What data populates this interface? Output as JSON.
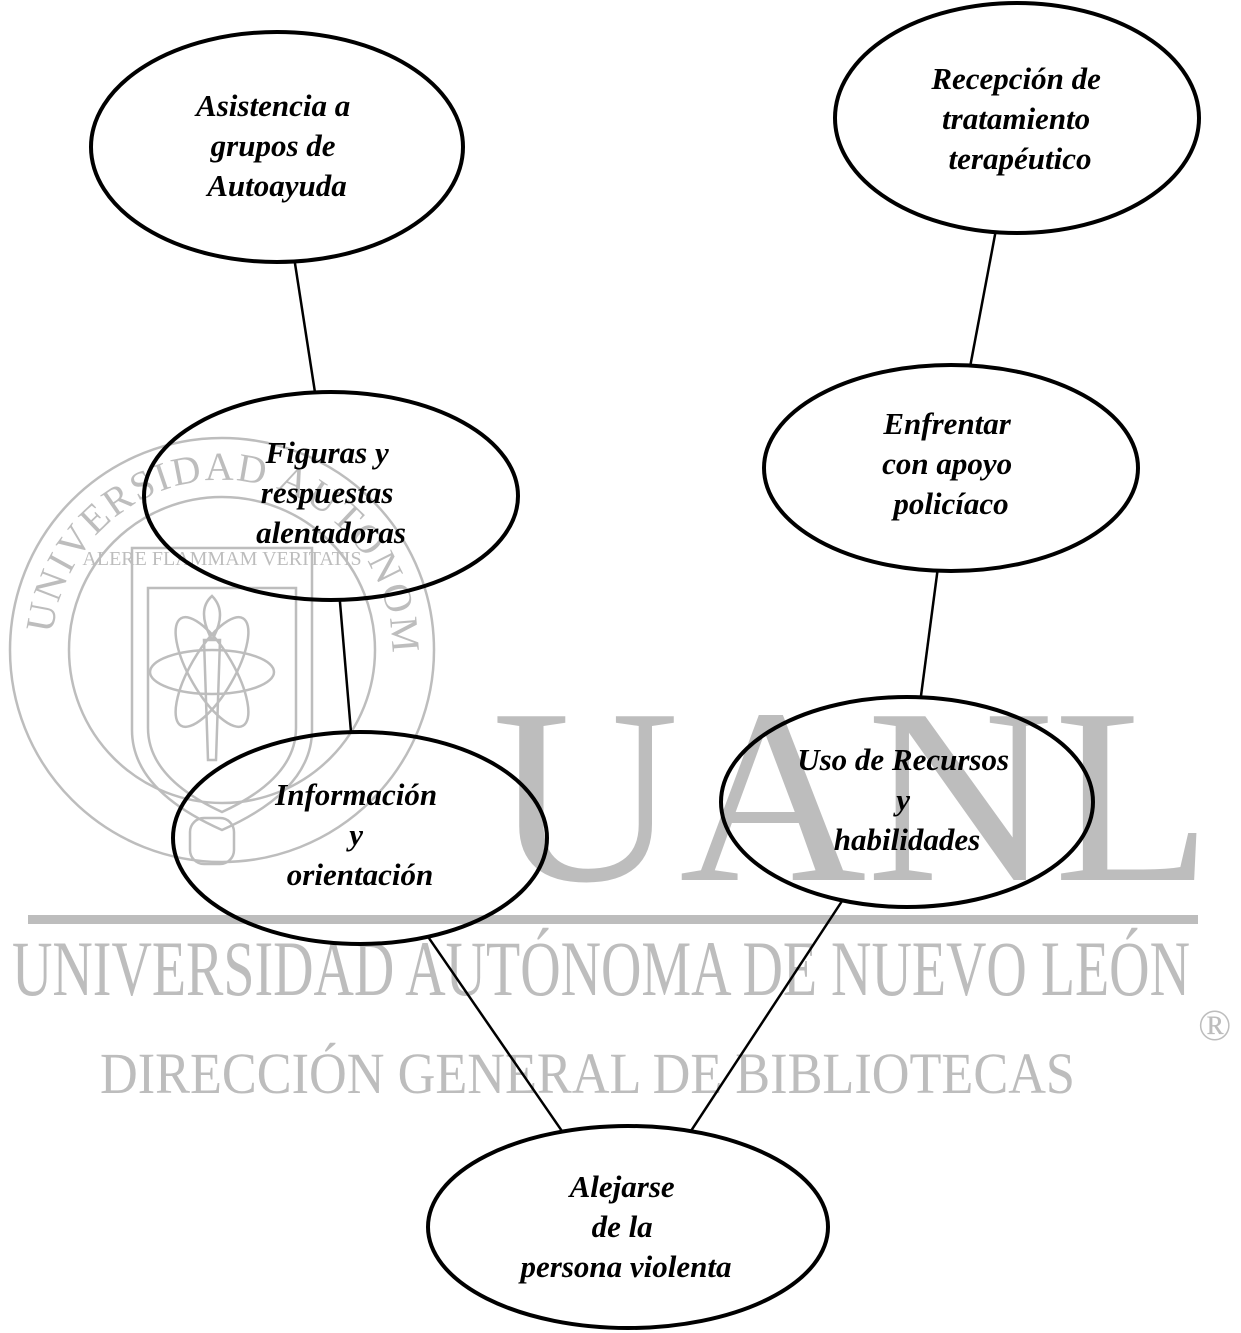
{
  "watermark": {
    "big_letters": "UANL",
    "university": "UNIVERSIDAD AUTÓNOMA DE NUEVO LEÓN",
    "library": "DIRECCIÓN GENERAL DE BIBLIOTECAS",
    "registered_mark": "®",
    "seal_ring_text": "UNIVERSIDAD AUTONOMA DE NUEVO LEON",
    "seal_motto": "ALERE FLAMMAM VERITATIS",
    "color": "#bdbdbd"
  },
  "diagram": {
    "nodes": [
      {
        "id": "asistencia",
        "lines": [
          "Asistencia a",
          "grupos de",
          "Autoayuda"
        ]
      },
      {
        "id": "recepcion",
        "lines": [
          "Recepción de",
          "tratamiento",
          "terapéutico"
        ]
      },
      {
        "id": "figuras",
        "lines": [
          "Figuras y",
          "respuestas",
          "alentadoras"
        ]
      },
      {
        "id": "enfrentar",
        "lines": [
          "Enfrentar",
          "con apoyo",
          "policíaco"
        ]
      },
      {
        "id": "informacion",
        "lines": [
          "Información",
          "y",
          "orientación"
        ]
      },
      {
        "id": "uso",
        "lines": [
          "Uso de Recursos",
          "y",
          "habilidades"
        ]
      },
      {
        "id": "alejarse",
        "lines": [
          "Alejarse",
          "de la",
          "persona violenta"
        ]
      }
    ],
    "edges": [
      {
        "from": "asistencia",
        "to": "figuras"
      },
      {
        "from": "figuras",
        "to": "informacion"
      },
      {
        "from": "informacion",
        "to": "alejarse"
      },
      {
        "from": "recepcion",
        "to": "enfrentar"
      },
      {
        "from": "enfrentar",
        "to": "uso"
      },
      {
        "from": "uso",
        "to": "alejarse"
      }
    ],
    "line_color": "#000000"
  }
}
